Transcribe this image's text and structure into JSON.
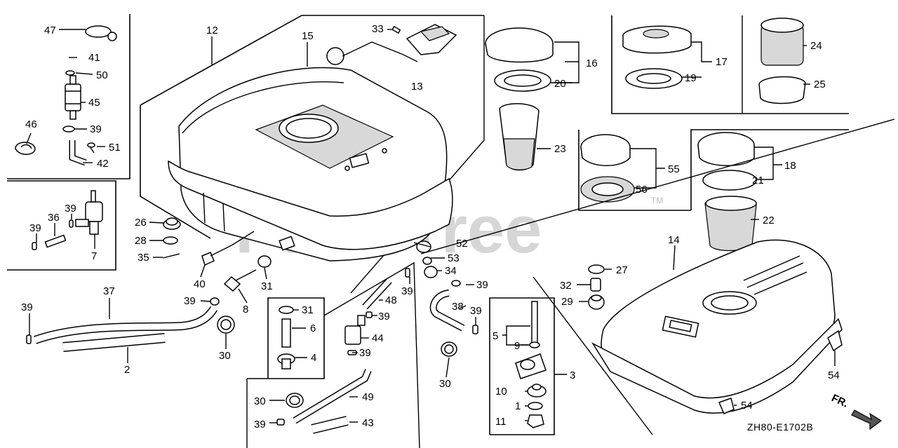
{
  "watermark": "PartsTree",
  "watermark_tm": "TM",
  "reference_code": "ZH80-E1702B",
  "direction_label": "FR.",
  "callouts": {
    "p47": "47",
    "p41": "41",
    "p50": "50",
    "p45": "45",
    "p46": "46",
    "p39a": "39",
    "p51": "51",
    "p42": "42",
    "p36": "36",
    "p39b": "39",
    "p39c": "39",
    "p7": "7",
    "p12": "12",
    "p15": "15",
    "p33": "33",
    "p13": "13",
    "p16": "16",
    "p20": "20",
    "p23": "23",
    "p17": "17",
    "p19": "19",
    "p24": "24",
    "p25": "25",
    "p55": "55",
    "p56": "56",
    "p18": "18",
    "p21": "21",
    "p22": "22",
    "p26": "26",
    "p28": "28",
    "p35": "35",
    "p40": "40",
    "p31a": "31",
    "p8": "8",
    "p39d": "39",
    "p37": "37",
    "p39e": "39",
    "p2": "2",
    "p30a": "30",
    "p31b": "31",
    "p6": "6",
    "p4": "4",
    "p52": "52",
    "p53": "53",
    "p34": "34",
    "p39f": "39",
    "p48": "48",
    "p39g": "39",
    "p44": "44",
    "p39h": "39",
    "p30b": "30",
    "p49": "49",
    "p39i": "39",
    "p43": "43",
    "p39j": "39",
    "p38": "38",
    "p39k": "39",
    "p30c": "30",
    "p5": "5",
    "p9": "9",
    "p3": "3",
    "p10": "10",
    "p1": "1",
    "p11": "11",
    "p14": "14",
    "p27": "27",
    "p32": "32",
    "p29": "29",
    "p54a": "54",
    "p54b": "54"
  }
}
